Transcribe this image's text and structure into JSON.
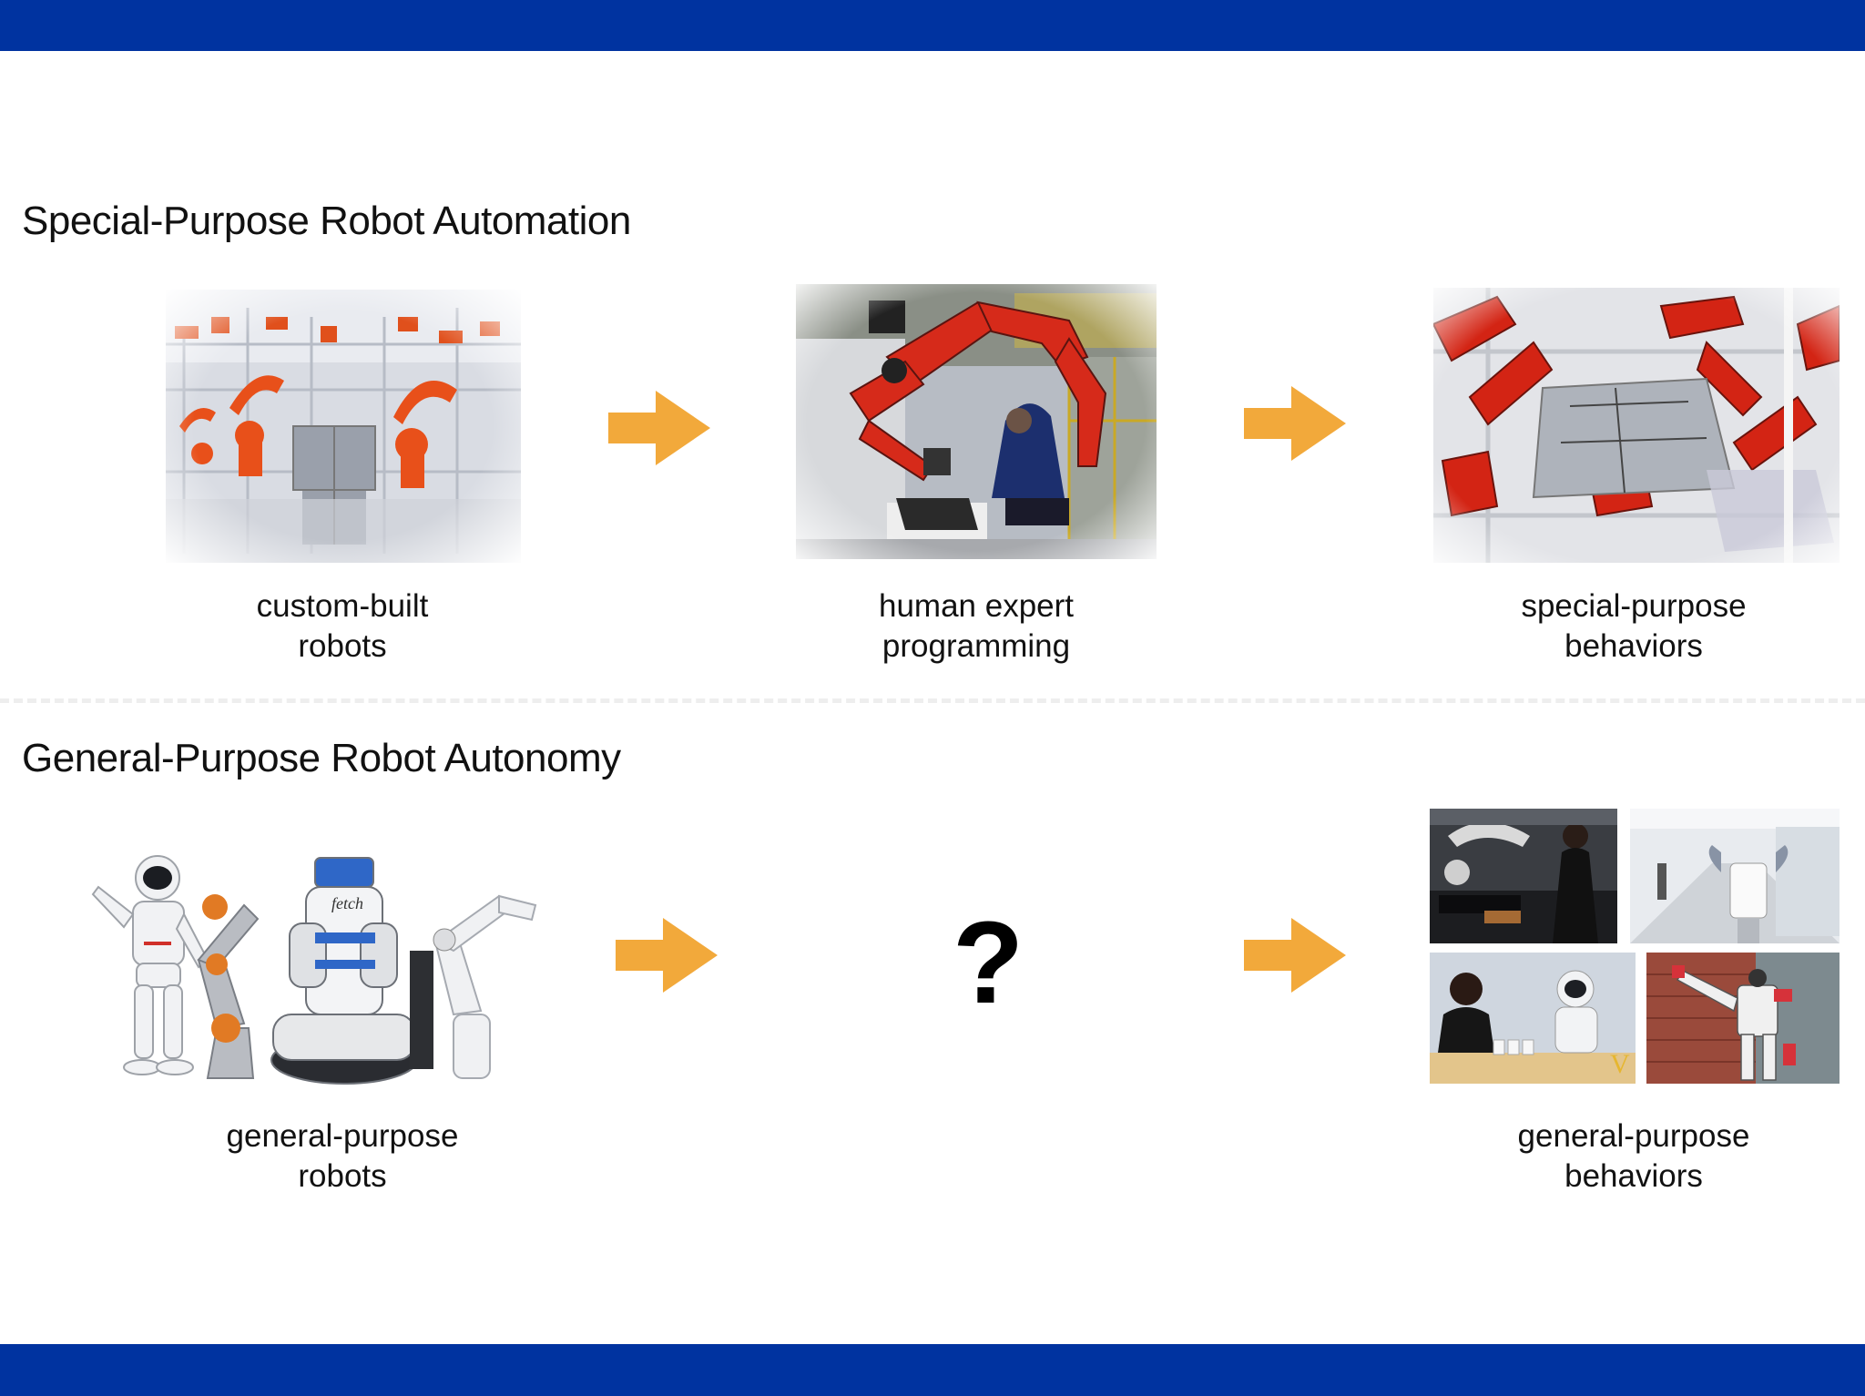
{
  "colors": {
    "band": "#0033a0",
    "arrow": "#f2a93b",
    "robot_red": "#d62a1a"
  },
  "automation": {
    "title": "Special-Purpose Robot Automation",
    "step1": {
      "line1": "custom-built",
      "line2": "robots"
    },
    "step2": {
      "line1": "human expert",
      "line2": "programming"
    },
    "step3": {
      "line1": "special-purpose",
      "line2": "behaviors"
    }
  },
  "autonomy": {
    "title": "General-Purpose Robot Autonomy",
    "step1": {
      "line1": "general-purpose",
      "line2": "robots"
    },
    "unknown": "?",
    "step3": {
      "line1": "general-purpose",
      "line2": "behaviors"
    }
  },
  "icons": [
    "arrow-right-icon"
  ],
  "photo_text": {
    "fetch_logo": "fetch"
  }
}
